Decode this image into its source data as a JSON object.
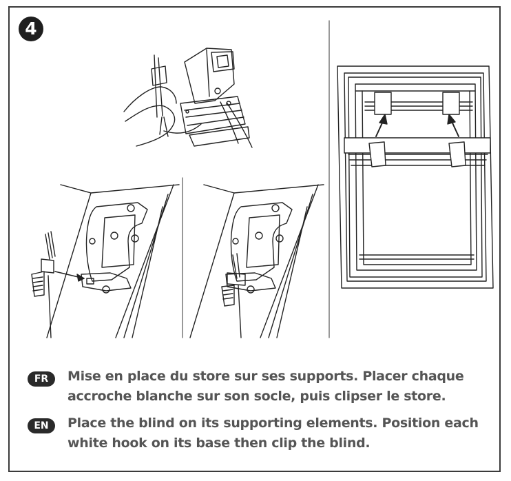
{
  "step": {
    "number": "4"
  },
  "instructions": [
    {
      "lang": "FR",
      "text": "Mise en place du store sur ses supports. Placer chaque accroche blanche sur son socle, puis clipser le store."
    },
    {
      "lang": "EN",
      "text": "Place the blind on its supporting elements. Position each white hook on its base then clip the blind."
    }
  ],
  "colors": {
    "ink": "#1e1e1e",
    "text": "#555555",
    "border": "#3a3a3a"
  },
  "illustrations": [
    "hands-holding-blind-illustration",
    "bracket-before-illustration",
    "bracket-after-illustration",
    "window-frame-diagram"
  ]
}
